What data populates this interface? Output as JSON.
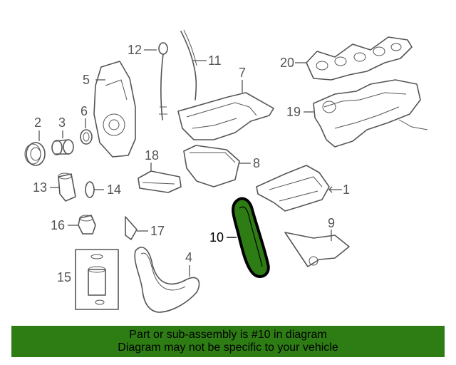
{
  "callouts": [
    {
      "id": "1",
      "label": "1"
    },
    {
      "id": "2",
      "label": "2"
    },
    {
      "id": "3",
      "label": "3"
    },
    {
      "id": "4",
      "label": "4"
    },
    {
      "id": "5",
      "label": "5"
    },
    {
      "id": "6",
      "label": "6"
    },
    {
      "id": "7",
      "label": "7"
    },
    {
      "id": "8",
      "label": "8"
    },
    {
      "id": "9",
      "label": "9"
    },
    {
      "id": "10",
      "label": "10"
    },
    {
      "id": "11",
      "label": "11"
    },
    {
      "id": "12",
      "label": "12"
    },
    {
      "id": "13",
      "label": "13"
    },
    {
      "id": "14",
      "label": "14"
    },
    {
      "id": "15",
      "label": "15"
    },
    {
      "id": "16",
      "label": "16"
    },
    {
      "id": "17",
      "label": "17"
    },
    {
      "id": "18",
      "label": "18"
    },
    {
      "id": "19",
      "label": "19"
    },
    {
      "id": "20",
      "label": "20"
    }
  ],
  "highlighted_part": "10",
  "colors": {
    "highlight_fill": "#2e7d14",
    "banner_background": "#2e7d14",
    "line_art": "#555555"
  },
  "banner": {
    "line1": "Part or sub-assembly is #10 in diagram",
    "line2": "Diagram may not be specific to your vehicle"
  }
}
